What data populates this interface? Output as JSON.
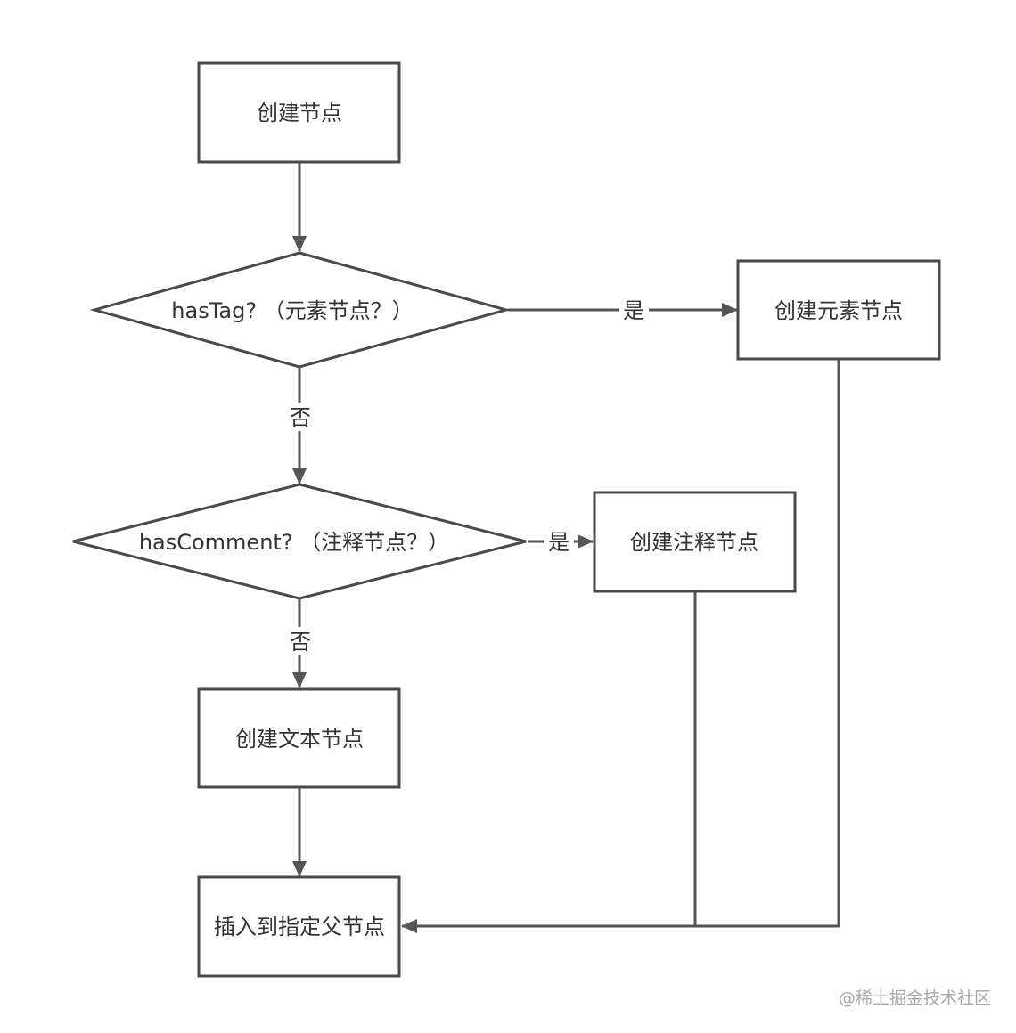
{
  "nodes": {
    "create_node": "创建节点",
    "has_tag": "hasTag?  （元素节点？）",
    "create_element": "创建元素节点",
    "has_comment": "hasComment?  （注释节点？）",
    "create_comment": "创建注释节点",
    "create_text": "创建文本节点",
    "insert_parent": "插入到指定父节点"
  },
  "edges": {
    "tag_yes": "是",
    "tag_no": "否",
    "comment_yes": "是",
    "comment_no": "否"
  },
  "watermark": "@稀土掘金技术社区",
  "colors": {
    "stroke": "#4a4a4a",
    "text": "#333333",
    "watermark": "#a8a8a8"
  }
}
